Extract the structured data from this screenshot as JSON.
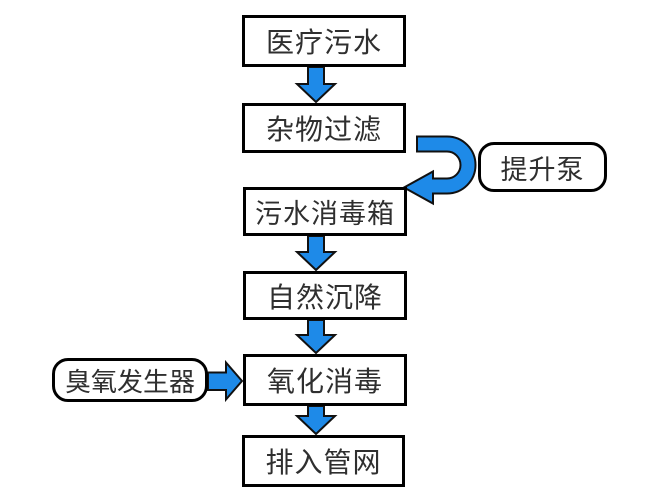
{
  "diagram": {
    "type": "flowchart",
    "subject": "medical wastewater treatment process",
    "background": "#ffffff",
    "colors": {
      "arrow_fill": "#1E8AE8",
      "arrow_outline": "#111111",
      "node_fill": "#ffffff",
      "node_border": "#000000",
      "text": "#2f2f2f"
    },
    "main_flow": [
      {
        "label": "医疗污水"
      },
      {
        "label": "杂物过滤"
      },
      {
        "label": "污水消毒箱"
      },
      {
        "label": "自然沉降"
      },
      {
        "label": "氧化消毒"
      },
      {
        "label": "排入管网"
      }
    ],
    "side_nodes": [
      {
        "label": "提升泵",
        "shape": "rounded",
        "position": "right of flow between 杂物过滤 and 污水消毒箱"
      },
      {
        "label": "臭氧发生器",
        "shape": "rounded",
        "position": "left of 氧化消毒"
      }
    ],
    "connections": [
      {
        "from": "医疗污水",
        "to": "杂物过滤",
        "type": "arrow-down"
      },
      {
        "from": "杂物过滤",
        "to": "污水消毒箱",
        "type": "u-turn-arrow",
        "via": "提升泵"
      },
      {
        "from": "污水消毒箱",
        "to": "自然沉降",
        "type": "arrow-down"
      },
      {
        "from": "自然沉降",
        "to": "氧化消毒",
        "type": "arrow-down"
      },
      {
        "from": "臭氧发生器",
        "to": "氧化消毒",
        "type": "arrow-right"
      },
      {
        "from": "氧化消毒",
        "to": "排入管网",
        "type": "arrow-down"
      }
    ]
  }
}
